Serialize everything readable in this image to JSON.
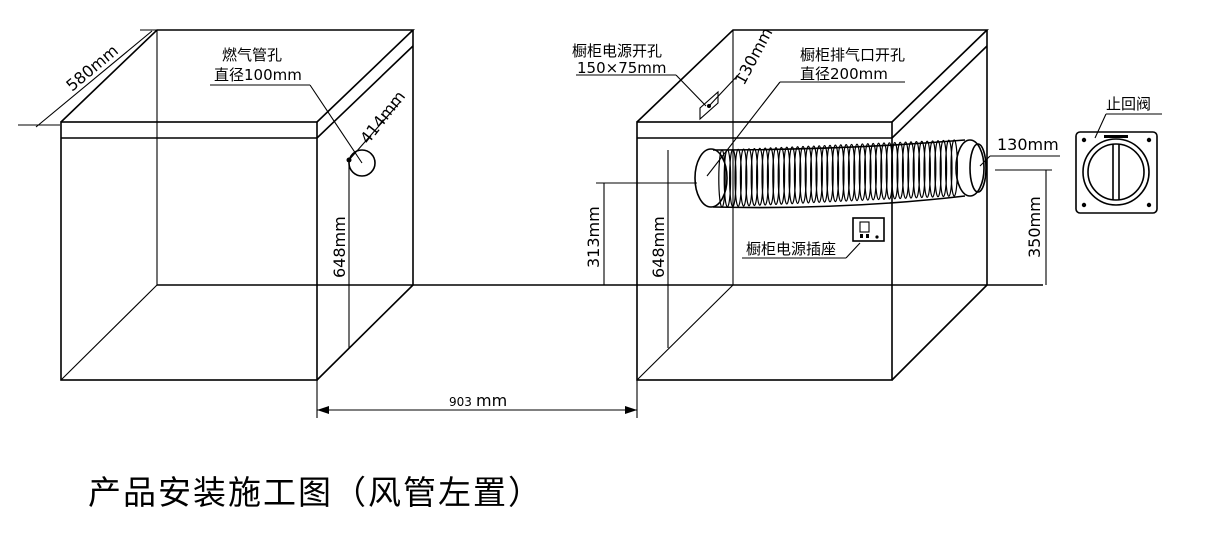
{
  "labels": {
    "gas_hole_title": "燃气管孔",
    "gas_hole_diameter": "直径100mm",
    "power_hole_title": "橱柜电源开孔",
    "power_hole_size": "150×75mm",
    "exhaust_title": "橱柜排气口开孔",
    "exhaust_diameter": "直径200mm",
    "socket": "橱柜电源插座",
    "check_valve": "止回阀"
  },
  "dimensions": {
    "depth": "580mm",
    "gas_offset": "414mm",
    "left_height": "648mm",
    "right_height": "648mm",
    "inner_height": "313mm",
    "power_offset": "130mm",
    "duct_gap": "130mm",
    "valve_height": "350mm",
    "span_number": "903",
    "span_unit": "mm"
  },
  "caption": "产品安装施工图（风管左置）"
}
